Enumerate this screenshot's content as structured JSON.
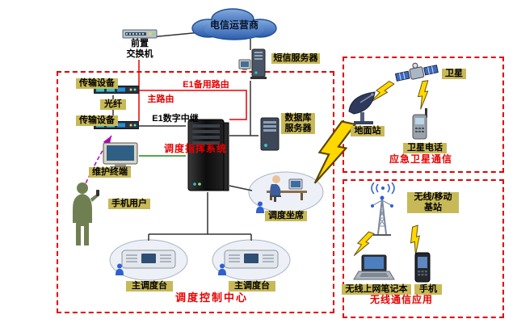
{
  "colors": {
    "accent_red": "#e60000",
    "label_bg": "#c8b958",
    "cloud_blue": "#1d4e94"
  },
  "cloud": {
    "label": "电信运营商"
  },
  "nodes": {
    "front_switch": "前置\n交换机",
    "sms_server": "短信服务器",
    "transmission_device": "传输设备",
    "fiber": "光纤",
    "database_server": "数据库\n服务器",
    "maintenance_terminal": "维护终端",
    "mobile_user": "手机用户",
    "dispatch_seat": "调度坐席",
    "main_console": "主调度台",
    "satellite": "卫星",
    "ground_station": "地面站",
    "satellite_phone": "卫星电话",
    "base_station": "无线/移动\n基站",
    "wireless_laptop": "无线上网笔记本",
    "mobile_phone": "手机"
  },
  "routes": {
    "main_route": "主路由",
    "e1_backup_route": "E1备用路由",
    "e1_digital_trunk": "E1数字中继"
  },
  "titles": {
    "dispatch_command_system": "调度指挥系统",
    "dispatch_control_center": "调度控制中心",
    "emergency_satellite_comm": "应急卫星通信",
    "wireless_comm_app": "无线通信应用"
  }
}
